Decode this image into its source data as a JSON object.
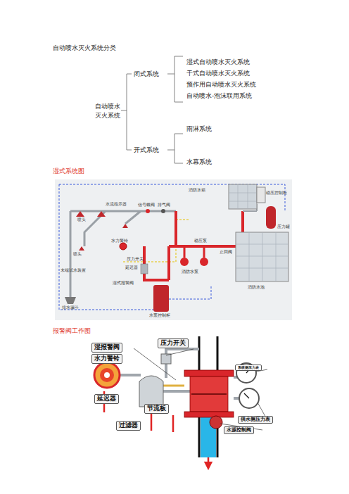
{
  "diagram": {
    "title": "自动喷水灭火系统分类",
    "nodes": [
      {
        "text": [
          "湿报警阀"
        ]
      },
      {
        "text": [
          "压力开关"
        ]
      },
      {
        "text": [
          "水力警铃"
        ]
      },
      {
        "text": [
          "系统侧压力表"
        ]
      },
      {
        "text": [
          "延迟器"
        ]
      },
      {
        "text": [
          "节流板"
        ]
      },
      {
        "text": [
          "供水侧压力表"
        ]
      },
      {
        "text": [
          "过滤器"
        ]
      },
      {
        "text": [
          "水源控制阀"
        ]
      }
    ],
    "labels": [
      "自动喷水 灭火系统",
      "闭式系统",
      "湿式自动喷水灭火系统",
      "干式自动喷水灭火系统",
      "预作用自动喷水灭火系统",
      "自动喷水-泡沫联用系统",
      "开式系统",
      "雨淋系统",
      "水幕系统",
      "湿式系统图",
      "喷头",
      "信号蝶阀",
      "排气阀",
      "消防水箱",
      "稳压控制柜",
      "水流指示器",
      "压力罐",
      "喷头",
      "水力警铃",
      "稳压泵",
      "止回阀",
      "延迟器",
      "压力开关",
      "末端试水装置",
      "湿式报警阀",
      "消防水泵",
      "消防水池",
      "排水漏斗",
      "水泵控制柜",
      "报警阀工作图"
    ]
  }
}
